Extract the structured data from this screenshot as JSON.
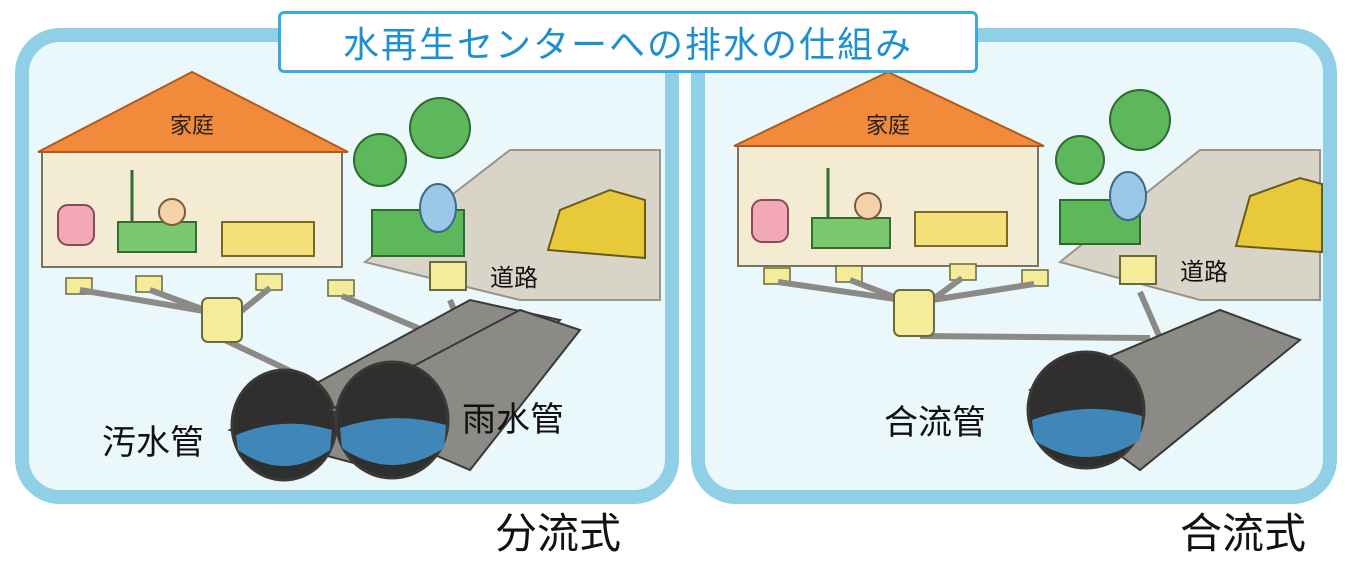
{
  "title": "水再生センターへの排水の仕組み",
  "left_panel": {
    "house_label": "家庭",
    "road_label": "道路",
    "sewage_pipe_label": "汚水管",
    "rain_pipe_label": "雨水管",
    "system_label": "分流式"
  },
  "right_panel": {
    "house_label": "家庭",
    "road_label": "道路",
    "combined_pipe_label": "合流管",
    "system_label": "合流式"
  },
  "colors": {
    "frame": "#8fd0e6",
    "title_border": "#3aa9dc",
    "title_text": "#1e8fcf",
    "roof": "#f28a3c",
    "wall": "#f3ecd2",
    "pipe": "#8c8a86",
    "water": "#3f87b8",
    "tree": "#5cb85a",
    "car": "#e8c93a"
  }
}
